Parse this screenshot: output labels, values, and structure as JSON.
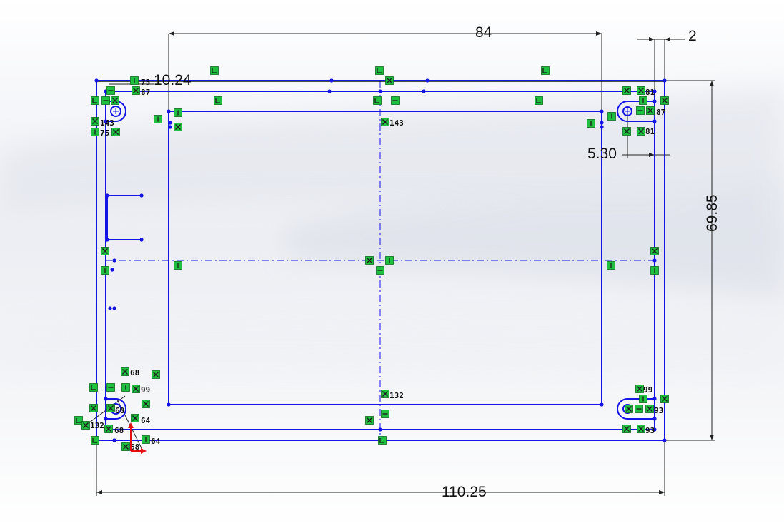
{
  "sketch": {
    "colors": {
      "geometry": "#1414e6",
      "dimension": "#111111",
      "relation_fill": "#1fbf3f",
      "relation_border": "#0a6b1f",
      "origin_y": "#e01010",
      "origin_x": "#e01010"
    },
    "dimensions": {
      "top_width": "84",
      "offset_2": "2",
      "left_offset": "10.24",
      "right_offset": "5.30",
      "height": "69.85",
      "overall_width": "110.25"
    },
    "relation_labels": [
      "75",
      "87",
      "143",
      "75",
      "81",
      "87",
      "81",
      "143",
      "68",
      "99",
      "60",
      "64",
      "132",
      "68",
      "64",
      "68",
      "132",
      "99",
      "93",
      "93"
    ],
    "relation_icons": [
      "coincident-icon",
      "horizontal-icon",
      "vertical-icon",
      "tangent-icon",
      "merge-icon"
    ]
  }
}
